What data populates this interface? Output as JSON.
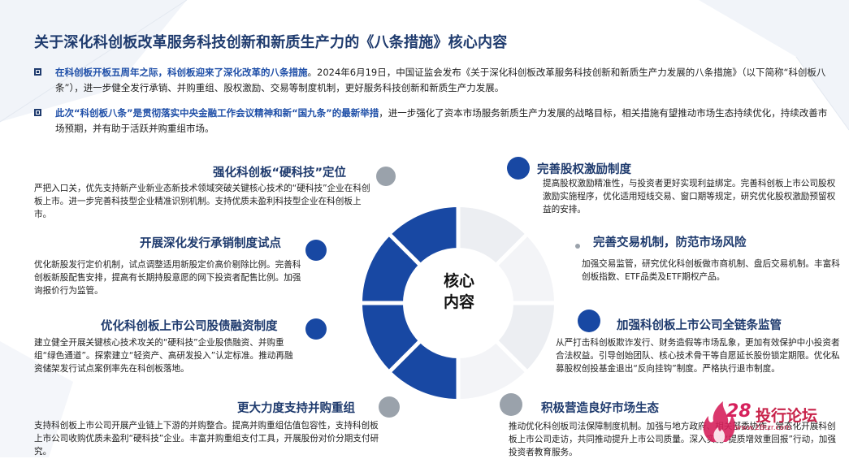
{
  "page": {
    "title": "关于深化科创板改革服务科技创新和新质生产力的《八条措施》核心内容"
  },
  "intro": [
    {
      "highlight": "在科创板开板五周年之际，科创板迎来了深化改革的八条措施",
      "text": "。2024年6月19日，中国证监会发布《关于深化科创板改革服务科技创新和新质生产力发展的八条措施》（以下简称“科创板八条”），进一步健全发行承销、并购重组、股权激励、交易等制度机制，更好服务科技创新和新质生产力发展。"
    },
    {
      "highlight": "此次“科创板八条”是贯彻落实中央金融工作会议精神和新“国九条”的最新举措",
      "text": "，进一步强化了资本市场服务新质生产力发展的战略目标，相关措施有望推动市场生态持续优化，持续改善市场预期，并有助于活跃并购重组市场。"
    }
  ],
  "center": {
    "line1": "核心",
    "line2": "内容"
  },
  "sections": {
    "left": [
      {
        "title": "强化科创板“硬科技”定位",
        "body": "严把入口关，优先支持新产业新业态新技术领域突破关键核心技术的“硬科技”企业在科创板上市。进一步完善科技型企业精准识别机制。支持优质未盈利科技型企业在科创板上市。"
      },
      {
        "title": "开展深化发行承销制度试点",
        "body": "优化新股发行定价机制，试点调整适用新股定价高价剔除比例。完善科创板新股配售安排，提高有长期持股意愿的网下投资者配售比例。加强询报价行为监管。"
      },
      {
        "title": "优化科创板上市公司股债融资制度",
        "body": "建立健全开展关键核心技术攻关的“硬科技”企业股债融资、并购重组“绿色通道”。探索建立“轻资产、高研发投入”认定标准。推动再融资储架发行试点案例率先在科创板落地。"
      },
      {
        "title": "更大力度支持并购重组",
        "body": "支持科创板上市公司开展产业链上下游的并购整合。提高并购重组估值包容性，支持科创板上市公司收购优质未盈利“硬科技”企业。丰富并购重组支付工具，开展股份对价分期支付研究。"
      }
    ],
    "right": [
      {
        "title": "完善股权激励制度",
        "body": "提高股权激励精准性，与投资者更好实现利益绑定。完善科创板上市公司股权激励实施程序，优化适用短线交易、窗口期等规定，研究优化股权激励预留权益的安排。"
      },
      {
        "title": "完善交易机制，防范市场风险",
        "body": "加强交易监管，研究优化科创板做市商机制、盘后交易机制。丰富科创板指数、ETF品类及ETF期权产品。"
      },
      {
        "title": "加强科创板上市公司全链条监管",
        "body": "从严打击科创板欺诈发行、财务造假等市场乱象，更加有效保护中小投资者合法权益。引导创始团队、核心技术骨干等自愿延长股份锁定期限。优化私募股权创投基金退出“反向挂钩”制度。严格执行退市制度。"
      },
      {
        "title": "积极营造良好市场生态",
        "body": "推动优化科创板司法保障制度机制。加强与地方政府、相关部委协作，常态化开展科创板上市公司走访，共同推动提升上市公司质量。深入实施“提质增效重回报”行动，加强投资者教育服务。"
      }
    ]
  },
  "watermark": {
    "number": "28",
    "name": "投行论坛",
    "url": "www.28tzr.com"
  },
  "colors": {
    "primary": "#1848a3",
    "title": "#1f3b6e",
    "ring_light": "#eef0f3",
    "ring_dot_gray": "#9aa2ab",
    "watermark": "#d6215c"
  }
}
